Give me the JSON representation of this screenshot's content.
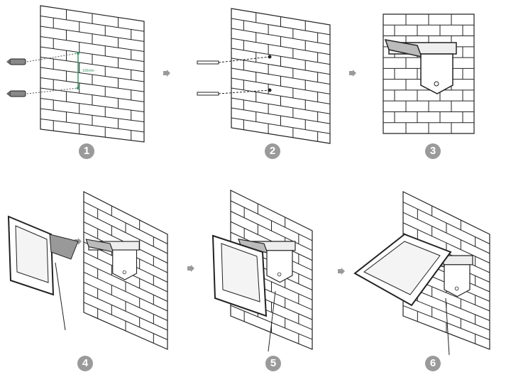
{
  "steps": [
    {
      "number": "1"
    },
    {
      "number": "2"
    },
    {
      "number": "3"
    },
    {
      "number": "4"
    },
    {
      "number": "5"
    },
    {
      "number": "6"
    }
  ],
  "dimension_label": "100mm",
  "colors": {
    "line": "#222222",
    "badge": "#9a9a9a",
    "arrow": "#9a9a9a",
    "dimension": "#3a9a6a"
  }
}
